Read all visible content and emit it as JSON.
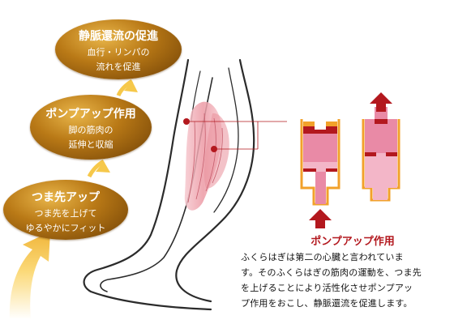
{
  "steps": [
    {
      "title": "静脈還流の促進",
      "lines": [
        "血行・リンパの",
        "流れを促進"
      ]
    },
    {
      "title": "ポンプアップ作用",
      "lines": [
        "脚の筋肉の",
        "延伸と収縮"
      ]
    },
    {
      "title": "つま先アップ",
      "lines": [
        "つま先を上げて",
        "ゆるやかにフィット"
      ]
    }
  ],
  "pump": {
    "caption": "ポンプアップ作用",
    "description": [
      "ふくらはぎは第二の心臓と言われていま",
      "す。そのふくらはぎの筋肉の運動を、つま先",
      "を上げることにより活性化させポンプアッ",
      "プ作用をおこし、静脈還流を促進します。"
    ]
  },
  "colors": {
    "gold_light": "#e9b64a",
    "gold_dark": "#6e3f05",
    "pump_red": "#b3181e",
    "pump_pink": "#e98aa6",
    "pump_orange": "#f2a12a",
    "arrow_yellow": "#f6c84a"
  }
}
